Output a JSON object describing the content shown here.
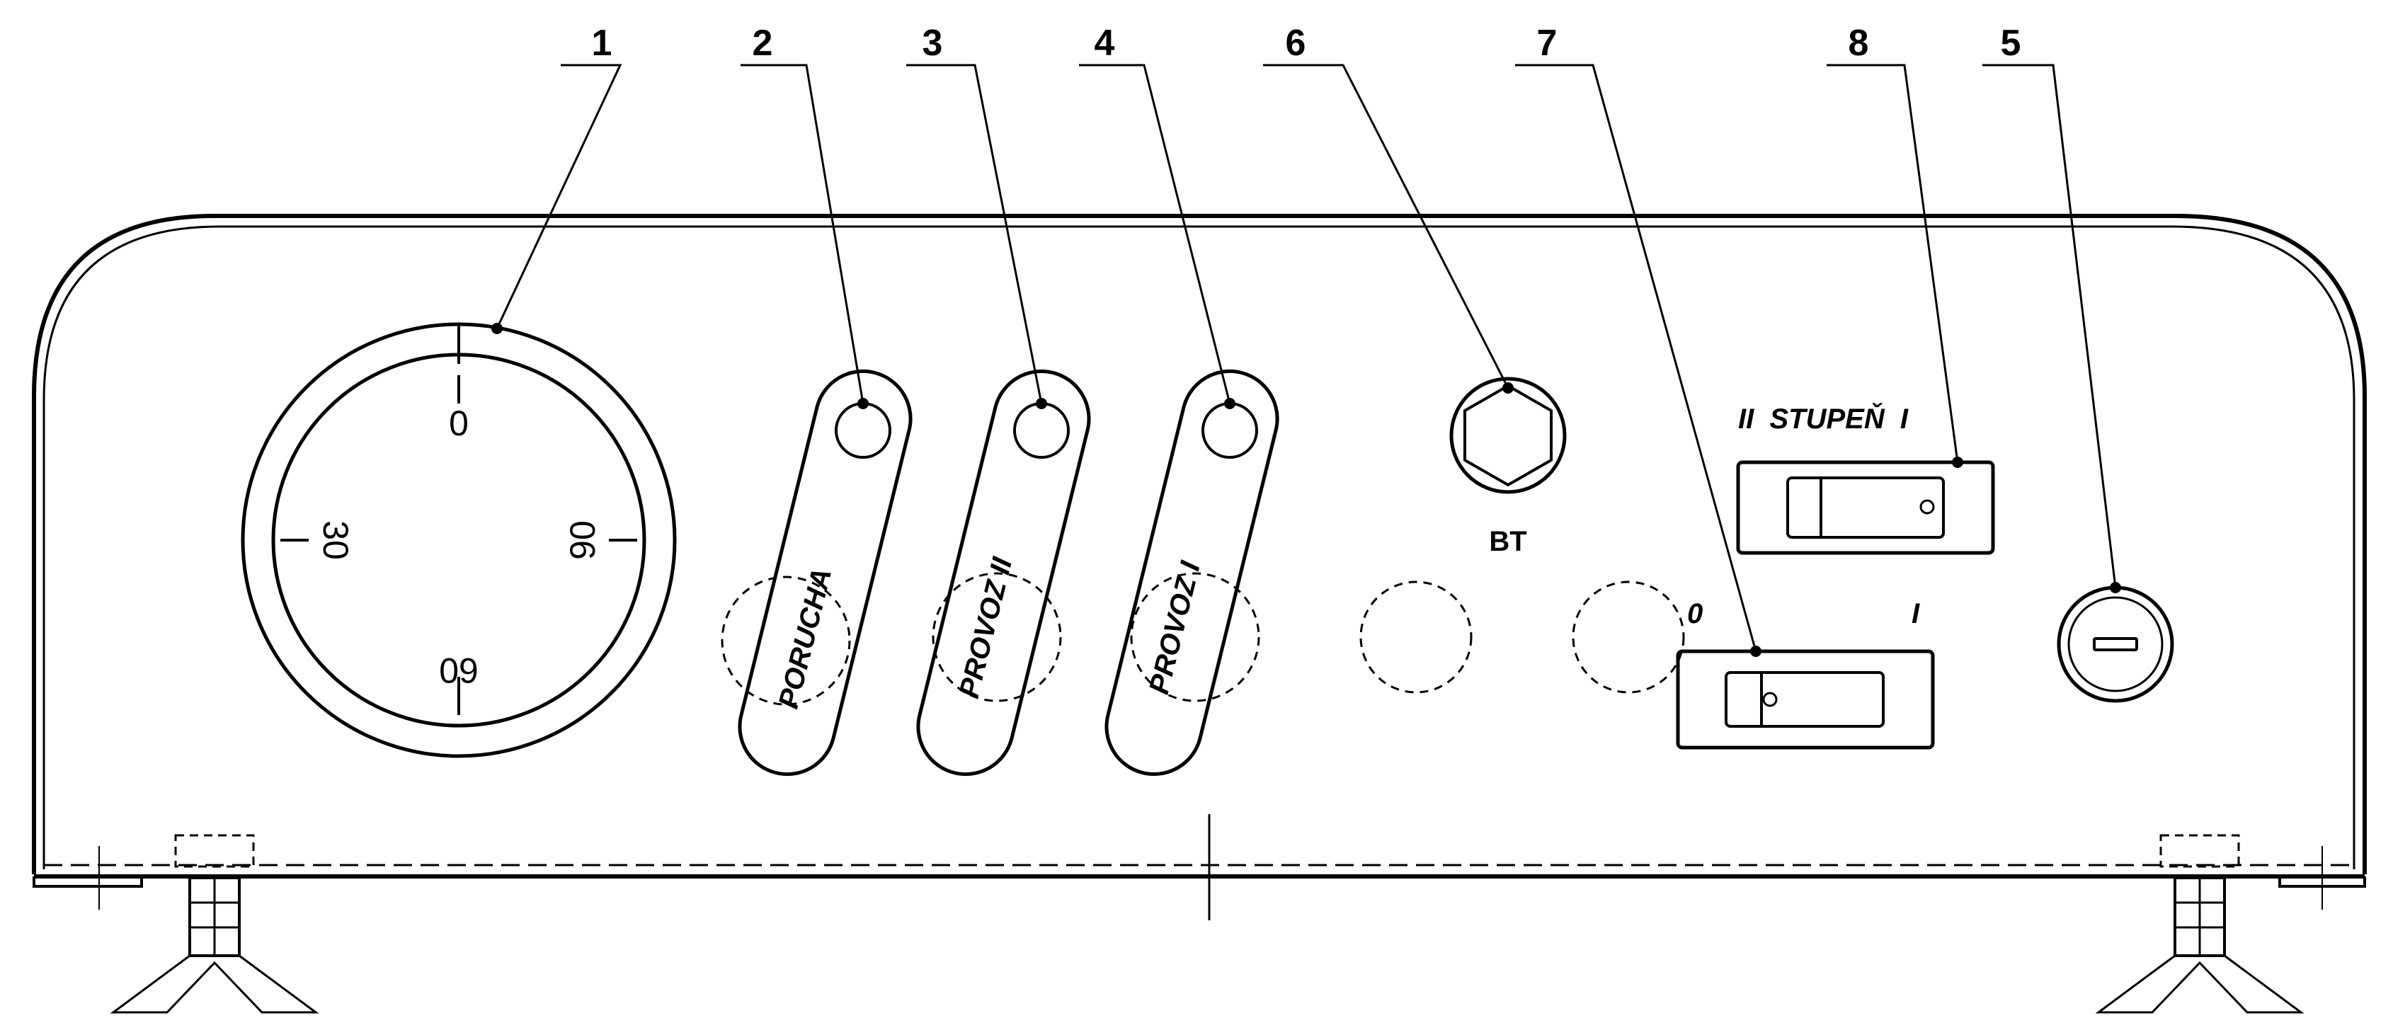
{
  "callouts": {
    "c1": "1",
    "c2": "2",
    "c3": "3",
    "c4": "4",
    "c6": "6",
    "c7": "7",
    "c8": "8",
    "c5": "5"
  },
  "dial": {
    "s0": "0",
    "s30": "30",
    "s90": "90",
    "s60": "60"
  },
  "lamps": {
    "fault": "PORUCHA",
    "run2": "PROVOZ II",
    "run1": "PROVOZ I"
  },
  "sensor": {
    "label": "BT"
  },
  "stage_switch": {
    "label": "II  STUPEŇ  I"
  },
  "main_switch": {
    "off": "0",
    "on": "I"
  },
  "colors": {
    "line": "#000000",
    "background": "#ffffff"
  },
  "icons": {
    "sensor": "hex-nut-icon",
    "fuse": "fuse-holder-icon",
    "feet": "adjustable-foot-icon"
  }
}
